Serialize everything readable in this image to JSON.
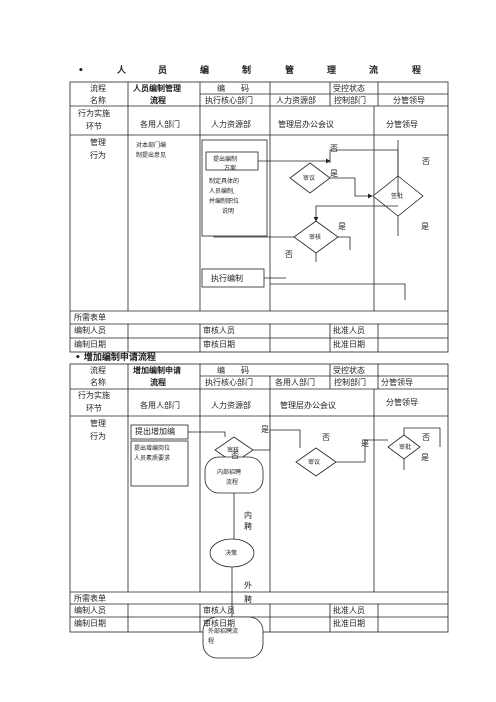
{
  "section1": {
    "title_chars": [
      "•",
      "人",
      "员",
      "编",
      "制",
      "管",
      "理",
      "流",
      "程"
    ],
    "header": {
      "col1_row1": "流程",
      "col1_row2": "名称",
      "flow_name_line1": "人员编制管理",
      "flow_name_line2": "流程",
      "code_label": "编　　码",
      "controlled_status": "受控状态",
      "exec_dept": "执行核心部门",
      "dept_hr": "人力资源部",
      "ctrl_dept": "控制部门",
      "leader": "分管领导",
      "stage_line1": "行为实施",
      "stage_line2": "环节",
      "col_user": "各用人部门",
      "col_hr": "人力资源部",
      "col_meeting": "管理层办公会议",
      "col_leader": "分管领导",
      "mgmt_line1": "管理",
      "mgmt_line2": "行为"
    },
    "nodes": {
      "dept_opinion_1": "对本部门编",
      "dept_opinion_2": "制提出意见",
      "propose_1": "提出编制",
      "propose_2": "方案",
      "formulate_1": "制定具体的",
      "formulate_2": "人员编制,",
      "formulate_3": "并编制职位",
      "formulate_4": "说明",
      "review": "审议",
      "approve": "签批",
      "audit": "审核",
      "execute": "执行编制",
      "no": "否",
      "yes": "是"
    },
    "footer": {
      "forms": "所需表单",
      "drafter": "编制人员",
      "reviewer": "审核人员",
      "approver": "批准人员",
      "draft_date": "编制日期",
      "review_date": "审核日期",
      "approve_date": "批准日期"
    }
  },
  "section2": {
    "title": "• 增加编制申请流程",
    "header": {
      "col1_row1": "流程",
      "col1_row2": "名称",
      "flow_name_line1": "增加编制申请",
      "flow_name_line2": "流程",
      "code_label": "编　　码",
      "controlled_status": "受控状态",
      "exec_dept": "执行核心部门",
      "dept_user": "各用人部门",
      "ctrl_dept": "控制部门",
      "leader": "分管领导",
      "stage_line1": "行为实施",
      "stage_line2": "环节",
      "col_user": "各用人部门",
      "col_hr": "人力资源部",
      "col_meeting": "管理层办公会议",
      "col_leader": "分管领导",
      "mgmt_line1": "管理",
      "mgmt_line2": "行为"
    },
    "nodes": {
      "propose_increase": "提出增加编",
      "apply_1": "提出增编岗位",
      "apply_2": "人员素质要求",
      "audit": "审核",
      "internal_1": "内部招聘",
      "internal_2": "流程",
      "internal_v1": "内",
      "internal_v2": "聘",
      "decide": "决策",
      "external_v1": "外",
      "external_v2": "聘",
      "review": "审议",
      "approve": "审批",
      "external_1": "外部招聘流",
      "external_2": "程",
      "no": "否",
      "yes": "是"
    },
    "footer": {
      "forms": "所需表单",
      "drafter": "编制人员",
      "reviewer": "审核人员",
      "approver": "批准人员",
      "draft_date": "编制日期",
      "review_date": "审核日期",
      "approve_date": "批准日期"
    }
  }
}
